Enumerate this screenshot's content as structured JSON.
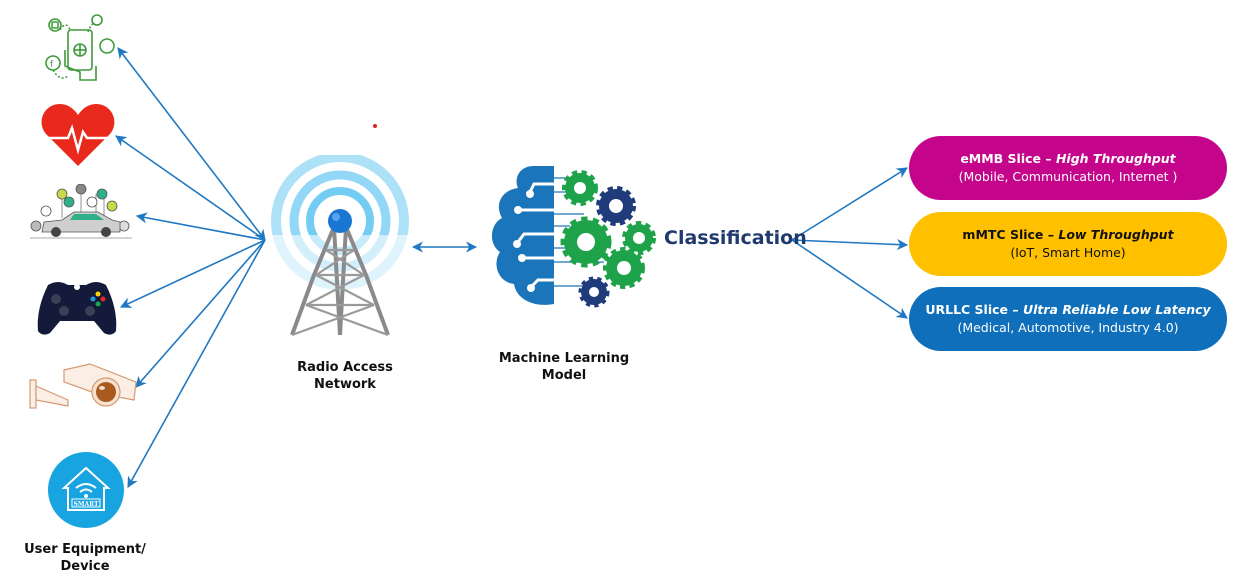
{
  "diagram": {
    "labels": {
      "user_equipment": "User Equipment/\nDevice",
      "user_equipment_line1": "User Equipment/",
      "user_equipment_line2": "Device",
      "ran_line1": "Radio Access",
      "ran_line2": "Network",
      "ml_line1": "Machine Learning",
      "ml_line2": "Model",
      "classification": "Classification"
    },
    "devices": [
      {
        "name": "smartphone-social-media",
        "icon": "phone-social-icon"
      },
      {
        "name": "health-monitor",
        "icon": "heart-pulse-icon"
      },
      {
        "name": "connected-car",
        "icon": "connected-car-icon"
      },
      {
        "name": "gaming-console",
        "icon": "game-controller-icon"
      },
      {
        "name": "surveillance-camera",
        "icon": "cctv-camera-icon"
      },
      {
        "name": "smart-home",
        "icon": "smart-home-icon",
        "badge": "SMART"
      }
    ],
    "slices": [
      {
        "name": "eMMB",
        "title": "eMMB Slice – ",
        "emphasis": "High Throughput",
        "subtitle": "(Mobile, Communication, Internet )",
        "color": "#c4058c",
        "text_color": "#ffffff"
      },
      {
        "name": "mMTC",
        "title": "mMTC Slice – ",
        "emphasis": "Low Throughput",
        "subtitle": "(IoT, Smart Home)",
        "color": "#ffc000",
        "text_color": "#111111"
      },
      {
        "name": "URLLC",
        "title": "URLLC Slice – ",
        "emphasis": "Ultra Reliable Low Latency",
        "subtitle": "(Medical, Automotive, Industry 4.0)",
        "color": "#0f6fba",
        "text_color": "#ffffff"
      }
    ],
    "colors": {
      "arrow": "#1f78c1",
      "tower_waves": "#5bc4f1",
      "brain": "#1a75bb",
      "gear_green": "#1ea34a",
      "gear_navy": "#1f3b7a",
      "classification_text": "#1f3a6e"
    }
  }
}
